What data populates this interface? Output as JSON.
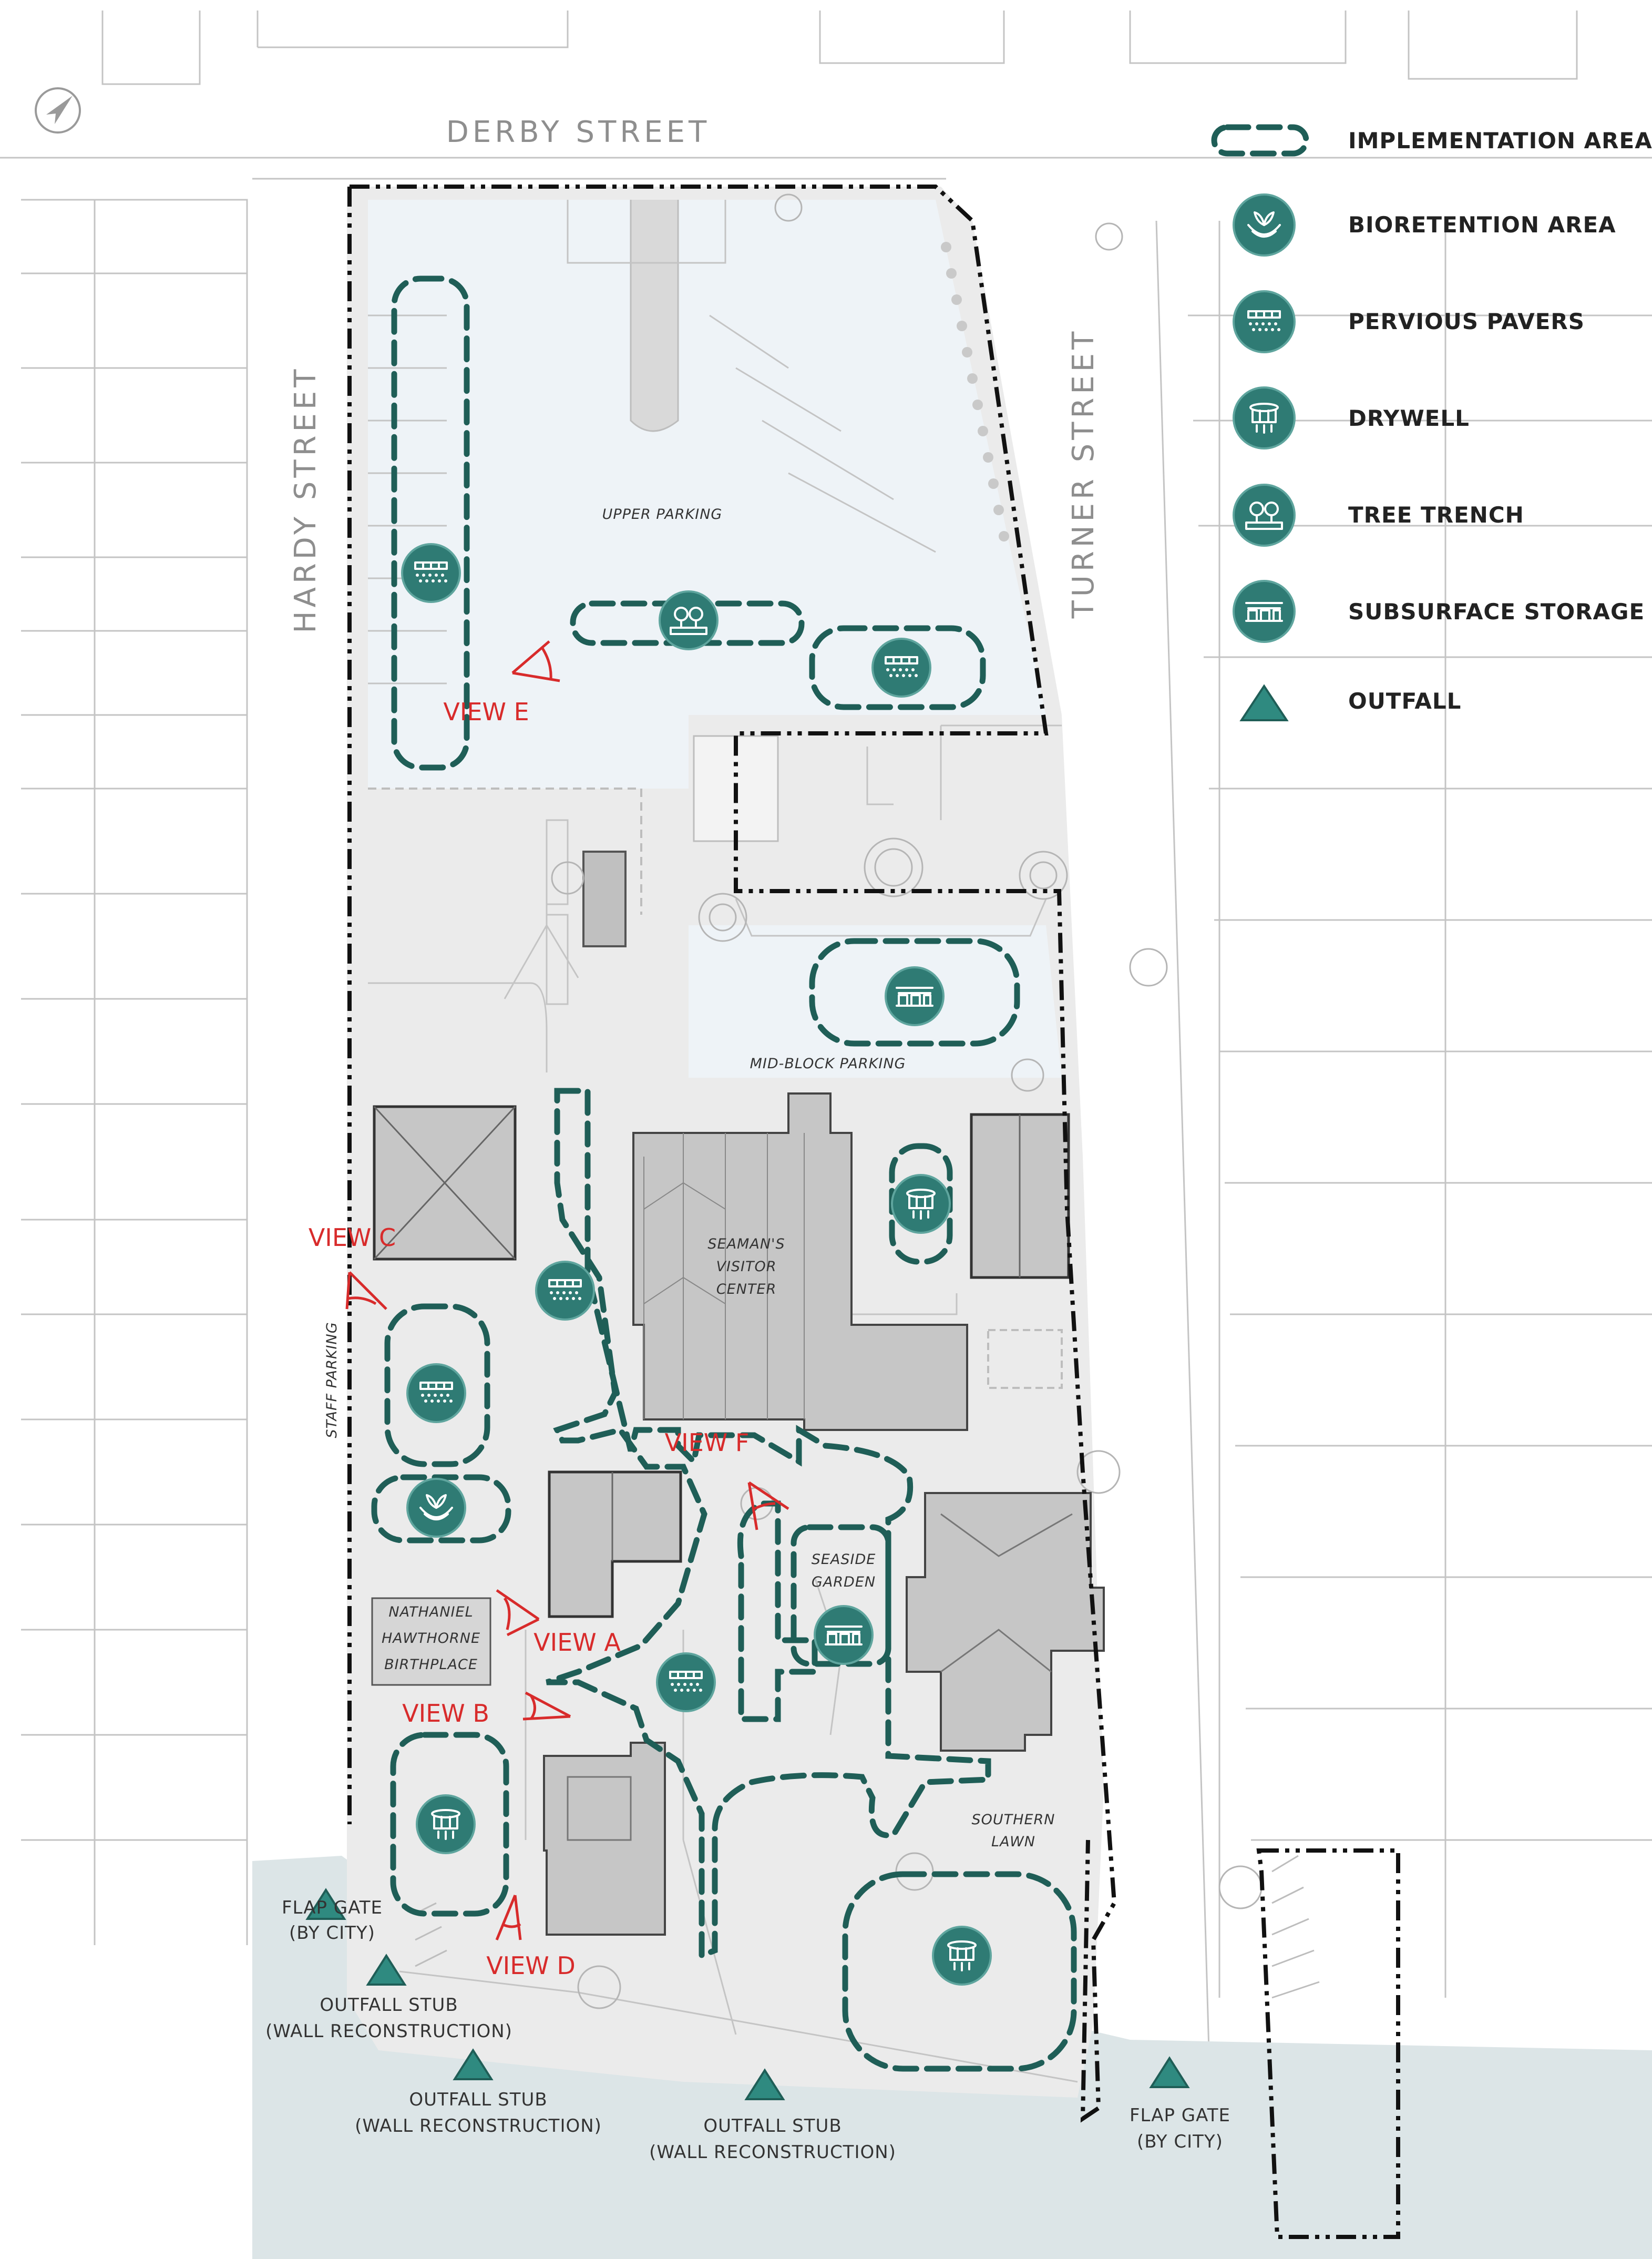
{
  "streets": {
    "north": "DERBY STREET",
    "west": "HARDY STREET",
    "east": "TURNER STREET"
  },
  "places": {
    "upper_parking": "UPPER PARKING",
    "mid_block_parking": "MID-BLOCK PARKING",
    "visitor_center": [
      "SEAMAN'S",
      "VISITOR",
      "CENTER"
    ],
    "staff_parking": "STAFF PARKING",
    "seaside_garden": [
      "SEASIDE",
      "GARDEN"
    ],
    "hawthorne": [
      "NATHANIEL",
      "HAWTHORNE",
      "BIRTHPLACE"
    ],
    "southern_lawn": [
      "SOUTHERN",
      "LAWN"
    ]
  },
  "views": {
    "a": "VIEW A",
    "b": "VIEW B",
    "c": "VIEW C",
    "d": "VIEW D",
    "e": "VIEW E",
    "f": "VIEW F"
  },
  "callouts": {
    "flap_gate_west": [
      "FLAP GATE",
      "(BY CITY)"
    ],
    "flap_gate_east": [
      "FLAP GATE",
      "(BY CITY)"
    ],
    "outfall_stub_1": [
      "OUTFALL STUB",
      "(WALL RECONSTRUCTION)"
    ],
    "outfall_stub_2": [
      "OUTFALL STUB",
      "(WALL RECONSTRUCTION)"
    ],
    "outfall_stub_3": [
      "OUTFALL STUB",
      "(WALL RECONSTRUCTION)"
    ]
  },
  "legend": [
    {
      "icon": "implementation-area-icon",
      "label": "IMPLEMENTATION AREA"
    },
    {
      "icon": "bioretention-area-icon",
      "label": "BIORETENTION AREA"
    },
    {
      "icon": "pervious-pavers-icon",
      "label": "PERVIOUS PAVERS"
    },
    {
      "icon": "drywell-icon",
      "label": "DRYWELL"
    },
    {
      "icon": "tree-trench-icon",
      "label": "TREE TRENCH"
    },
    {
      "icon": "subsurface-storage-icon",
      "label": "SUBSURFACE STORAGE"
    },
    {
      "icon": "outfall-icon",
      "label": "OUTFALL"
    }
  ],
  "colors": {
    "implementation": "#1f5e57",
    "badge": "#2f7b74",
    "outfall": "#2f8a80",
    "view_marker": "#d82b2b",
    "water": "#dce5e7",
    "site": "#ebebeb",
    "parking": "#eef3f7"
  }
}
